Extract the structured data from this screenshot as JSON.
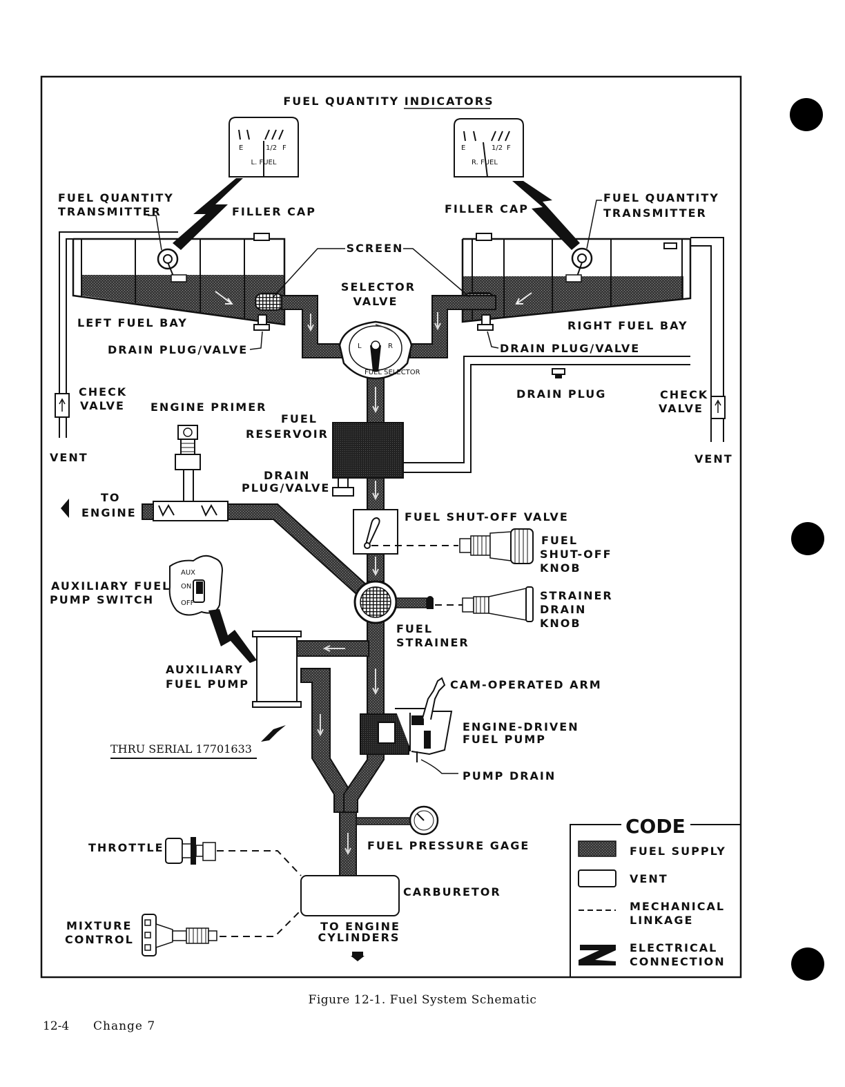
{
  "diagram": {
    "header": "FUEL QUANTITY INDICATORS",
    "gauges": {
      "left": {
        "scale_e": "E",
        "scale_half": "1/2",
        "scale_f": "F",
        "name": "L. FUEL"
      },
      "right": {
        "scale_e": "E",
        "scale_half": "1/2",
        "scale_f": "F",
        "name": "R. FUEL"
      }
    },
    "labels": {
      "fqt_left_1": "FUEL QUANTITY",
      "fqt_left_2": "TRANSMITTER",
      "fqt_right_1": "FUEL QUANTITY",
      "fqt_right_2": "TRANSMITTER",
      "filler_cap_left": "FILLER CAP",
      "filler_cap_right": "FILLER CAP",
      "screen": "SCREEN",
      "selector_valve_1": "SELECTOR",
      "selector_valve_2": "VALVE",
      "left_fuel_bay": "LEFT FUEL BAY",
      "right_fuel_bay": "RIGHT FUEL BAY",
      "drain_plug_valve_left": "DRAIN PLUG/VALVE",
      "drain_plug_valve_right": "DRAIN PLUG/VALVE",
      "drain_plug": "DRAIN PLUG",
      "check_valve_left_1": "CHECK",
      "check_valve_left_2": "VALVE",
      "check_valve_right_1": "CHECK",
      "check_valve_right_2": "VALVE",
      "engine_primer": "ENGINE PRIMER",
      "fuel_reservoir_1": "FUEL",
      "fuel_reservoir_2": "RESERVOIR",
      "vent_left": "VENT",
      "vent_right": "VENT",
      "reservoir_drain_1": "DRAIN",
      "reservoir_drain_2": "PLUG/VALVE",
      "to_engine_1": "TO",
      "to_engine_2": "ENGINE",
      "fuel_shutoff_valve": "FUEL SHUT-OFF VALVE",
      "shutoff_knob_1": "FUEL",
      "shutoff_knob_2": "SHUT-OFF",
      "shutoff_knob_3": "KNOB",
      "aux_pump_switch_1": "AUXILIARY FUEL",
      "aux_pump_switch_2": "PUMP SWITCH",
      "strainer_knob_1": "STRAINER",
      "strainer_knob_2": "DRAIN",
      "strainer_knob_3": "KNOB",
      "fuel_strainer_1": "FUEL",
      "fuel_strainer_2": "STRAINER",
      "aux_pump_1": "AUXILIARY",
      "aux_pump_2": "FUEL PUMP",
      "cam_arm": "CAM-OPERATED ARM",
      "engine_pump_1": "ENGINE-DRIVEN",
      "engine_pump_2": "FUEL PUMP",
      "thru_serial": "THRU SERIAL 17701633",
      "pump_drain": "PUMP DRAIN",
      "fuel_pressure_gage": "FUEL PRESSURE GAGE",
      "throttle": "THROTTLE",
      "carburetor": "CARBURETOR",
      "mixture_1": "MIXTURE",
      "mixture_2": "CONTROL",
      "to_cylinders_1": "TO ENGINE",
      "to_cylinders_2": "CYLINDERS"
    },
    "code_legend": {
      "title": "CODE",
      "fuel_supply": "FUEL SUPPLY",
      "vent": "VENT",
      "mechanical_1": "MECHANICAL",
      "mechanical_2": "LINKAGE",
      "electrical_1": "ELECTRICAL",
      "electrical_2": "CONNECTION"
    }
  },
  "caption": "Figure 12-1.  Fuel System Schematic",
  "footer": {
    "page": "12-4",
    "change": "Change 7"
  }
}
